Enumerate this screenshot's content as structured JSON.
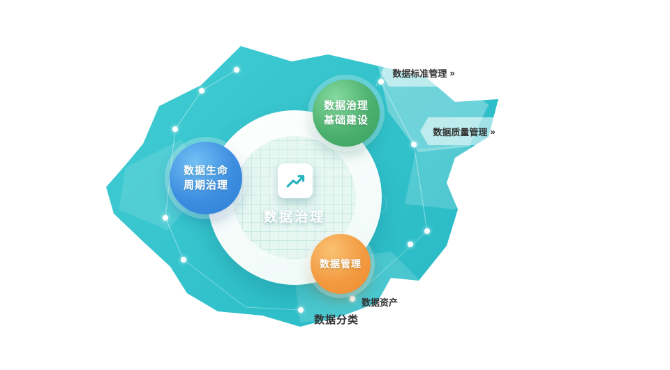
{
  "palette": {
    "blob_teal": "#2fc0ca",
    "blob_teal_light": "#5bd4d8",
    "ring_white": "#ffffff",
    "center_fill": "#e6f7f2",
    "node_green": "#3aa35f",
    "node_blue": "#2e7ed6",
    "node_orange": "#ee8a2f",
    "icon_stroke": "#2ab3bd",
    "edge_label_text": "#333333"
  },
  "center": {
    "title": "数据治理",
    "icon": "line-chart-icon"
  },
  "nodes": {
    "infrastructure": {
      "line1": "数据治理",
      "line2": "基础建设"
    },
    "lifecycle": {
      "line1": "数据生命",
      "line2": "周期治理"
    },
    "management": {
      "line1": "数据管理"
    }
  },
  "edge_labels": {
    "top": "数据标准管理",
    "right": "数据质量管理",
    "bottom_right": "数据资产",
    "bottom": "数据分类",
    "arrow": "»"
  }
}
